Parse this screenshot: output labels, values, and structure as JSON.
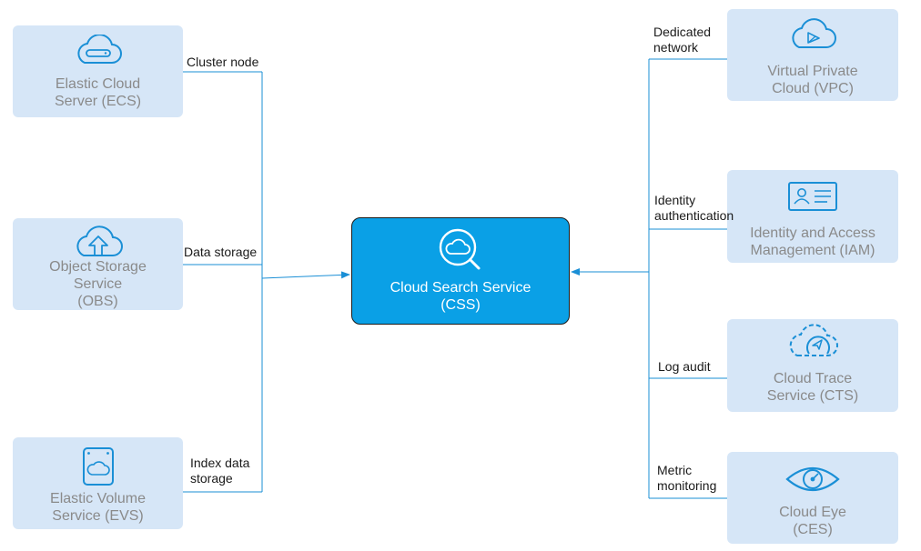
{
  "colors": {
    "service_box_bg": "#d6e6f7",
    "service_label": "#8a8a8a",
    "icon_stroke": "#1a8fd6",
    "central_box_bg": "#0aa0e6",
    "central_label": "#ffffff",
    "connector_line": "#1a8fd6",
    "connector_text": "#1a1a1a"
  },
  "central": {
    "name": "Cloud Search Service",
    "abbr": "(CSS)",
    "icon": "search-cloud-icon"
  },
  "left_services": [
    {
      "line1": "Elastic Cloud",
      "line2": "Server (ECS)",
      "icon": "server-cloud-icon",
      "connector": [
        "Cluster node"
      ]
    },
    {
      "line1": "Object Storage",
      "line2": "Service",
      "line3": "(OBS)",
      "icon": "upload-cloud-icon",
      "connector": [
        "Data storage"
      ]
    },
    {
      "line1": "Elastic Volume",
      "line2": "Service (EVS)",
      "icon": "disk-icon",
      "connector": [
        "Index data",
        "storage"
      ]
    }
  ],
  "right_services": [
    {
      "line1": "Virtual Private",
      "line2": "Cloud (VPC)",
      "icon": "vpc-cloud-icon",
      "connector": [
        "Dedicated",
        "network"
      ]
    },
    {
      "line1": "Identity and Access",
      "line2": "Management (IAM)",
      "icon": "id-card-icon",
      "connector": [
        "Identity",
        "authentication"
      ]
    },
    {
      "line1": "Cloud Trace",
      "line2": "Service (CTS)",
      "icon": "trace-cloud-icon",
      "connector": [
        "Log audit"
      ]
    },
    {
      "line1": "Cloud Eye",
      "line2": "(CES)",
      "icon": "eye-icon",
      "connector": [
        "Metric",
        "monitoring"
      ]
    }
  ]
}
